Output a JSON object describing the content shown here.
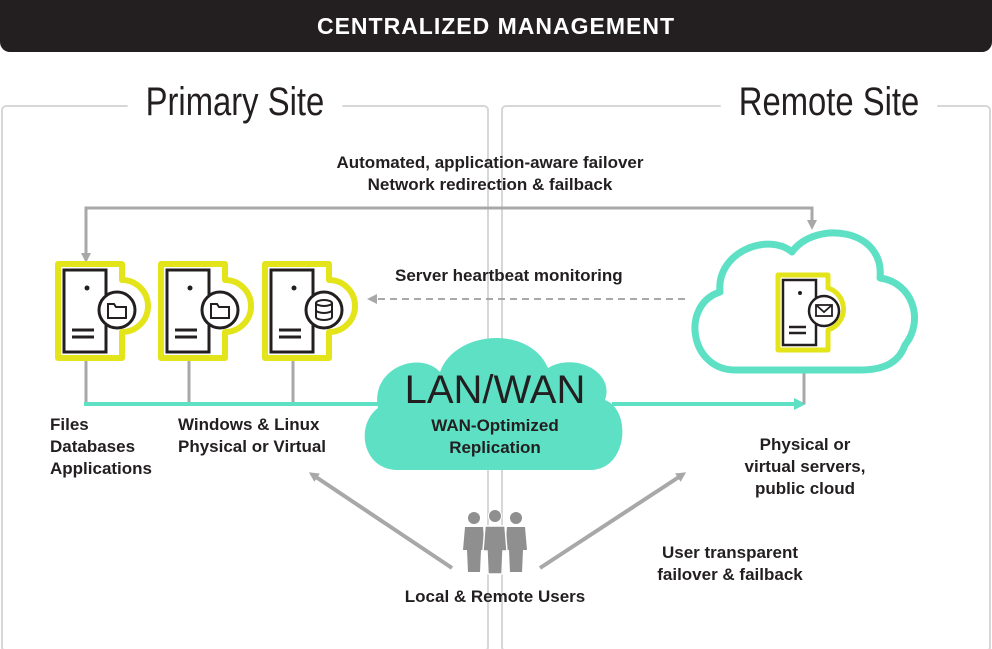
{
  "banner": {
    "title": "CENTRALIZED MANAGEMENT"
  },
  "sites": {
    "primary": "Primary Site",
    "remote": "Remote Site"
  },
  "failover": {
    "line1": "Automated, application-aware failover",
    "line2": "Network redirection & failback"
  },
  "heartbeat": "Server heartbeat monitoring",
  "cloud": {
    "title": "LAN/WAN",
    "line1": "WAN-Optimized",
    "line2": "Replication"
  },
  "primary_labels": {
    "l1": "Files",
    "l2": "Databases",
    "l3": "Applications",
    "w1": "Windows & Linux",
    "w2": "Physical or Virtual"
  },
  "remote_labels": {
    "r1": "Physical or",
    "r2": "virtual servers,",
    "r3": "public cloud"
  },
  "users": {
    "label": "Local & Remote Users",
    "transparent1": "User transparent",
    "transparent2": "failover & failback"
  },
  "colors": {
    "accent_yellow": "#e4e41a",
    "teal": "#5ee0c5",
    "dark": "#231f20",
    "gray": "#a8a8a8"
  },
  "icons": [
    "server-icon",
    "folder-icon",
    "database-icon",
    "envelope-icon",
    "cloud-icon",
    "users-icon"
  ]
}
